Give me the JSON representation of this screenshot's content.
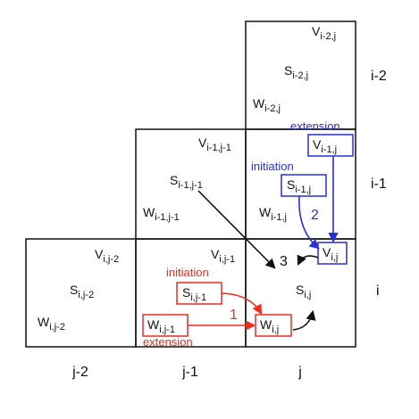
{
  "cells": {
    "i_2_j": {
      "v": "V",
      "v_sub": "i-2,j",
      "s": "S",
      "s_sub": "i-2,j",
      "w": "W",
      "w_sub": "i-2,j"
    },
    "i_1_j_1": {
      "v": "V",
      "v_sub": "i-1,j-1",
      "s": "S",
      "s_sub": "i-1,j-1",
      "w": "W",
      "w_sub": "i-1,j-1"
    },
    "i_1_j": {
      "v": "V",
      "v_sub": "i-1,j",
      "s": "S",
      "s_sub": "i-1,j",
      "w": "W",
      "w_sub": "i-1,j"
    },
    "i_j_2": {
      "v": "V",
      "v_sub": "i,j-2",
      "s": "S",
      "s_sub": "i,j-2",
      "w": "W",
      "w_sub": "i,j-2"
    },
    "i_j_1": {
      "v": "V",
      "v_sub": "i,j-1",
      "s": "S",
      "s_sub": "i,j-1",
      "w": "W",
      "w_sub": "i,j-1"
    },
    "i_j": {
      "v": "V",
      "v_sub": "i,j",
      "s": "S",
      "s_sub": "i,j",
      "w": "W",
      "w_sub": "i,j"
    }
  },
  "row_labels": [
    "i-2",
    "i-1",
    "i"
  ],
  "col_labels": [
    "j-2",
    "j-1",
    "j"
  ],
  "annotations": {
    "extension_blue": "extension",
    "initiation_blue": "initiation",
    "initiation_red": "initiation",
    "extension_red": "extension",
    "arrow_1": "1",
    "arrow_2": "2",
    "arrow_3": "3"
  },
  "colors": {
    "red": "#ee2a1b",
    "blue": "#2a2fd6",
    "black": "#111111"
  }
}
